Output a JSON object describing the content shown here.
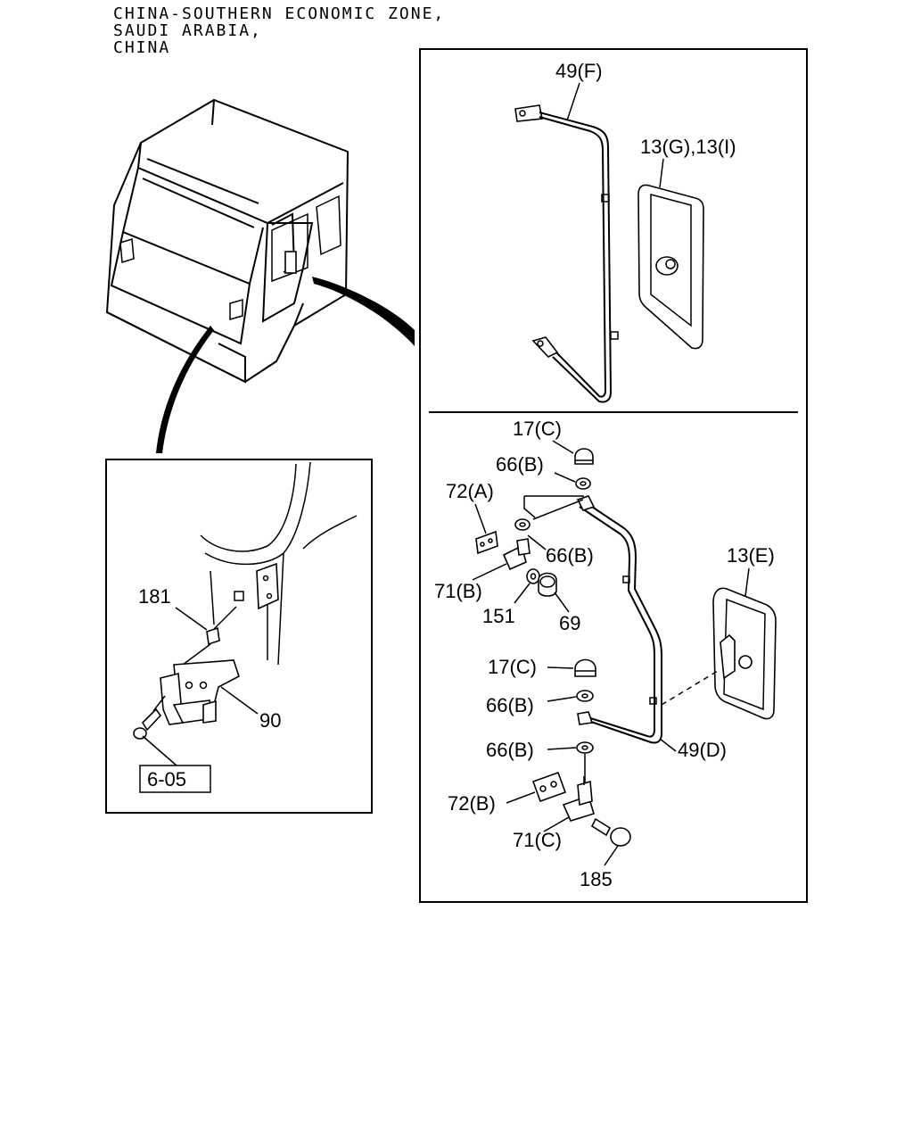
{
  "header": {
    "line1": "CHINA-SOUTHERN ECONOMIC ZONE,",
    "line2": "SAUDI ARABIA,",
    "line3": "CHINA"
  },
  "labels": {
    "p49F": "49(F)",
    "p13GI": "13(G),13(I)",
    "p17C_a": "17(C)",
    "p66B_a": "66(B)",
    "p72A": "72(A)",
    "p66B_b": "66(B)",
    "p13E": "13(E)",
    "p71B": "71(B)",
    "p151": "151",
    "p69": "69",
    "p17C_b": "17(C)",
    "p66B_c": "66(B)",
    "p49D": "49(D)",
    "p66B_d": "66(B)",
    "p72B": "72(B)",
    "p71C": "71(C)",
    "p185": "185",
    "p181": "181",
    "p90": "90",
    "ref605": "6-05"
  }
}
